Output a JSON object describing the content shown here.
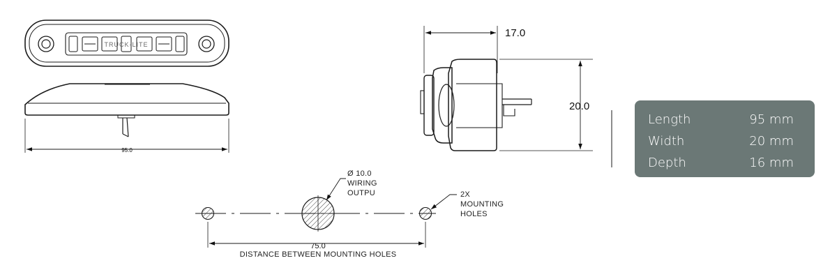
{
  "product": {
    "logo_text": "TRUCK-LITE"
  },
  "dimensions": {
    "side_depth": "17.0",
    "side_height": "20.0",
    "front_length": "95.0",
    "hole_distance": "75.0",
    "hole_distance_caption": "DISTANCE BETWEEN MOUNTING HOLES"
  },
  "callouts": {
    "wiring": {
      "line1": "Ø 10.0",
      "line2": "WIRING",
      "line3": "OUTPU"
    },
    "mounting": {
      "line1": "2X",
      "line2": "MOUNTING",
      "line3": "HOLES"
    }
  },
  "specs": [
    {
      "label": "Length",
      "value": "95 mm"
    },
    {
      "label": "Width",
      "value": "20 mm"
    },
    {
      "label": "Depth",
      "value": "16 mm"
    }
  ],
  "colors": {
    "panel_bg": "#6b7876",
    "panel_text": "#ffffff",
    "line": "#1a1a1a"
  }
}
